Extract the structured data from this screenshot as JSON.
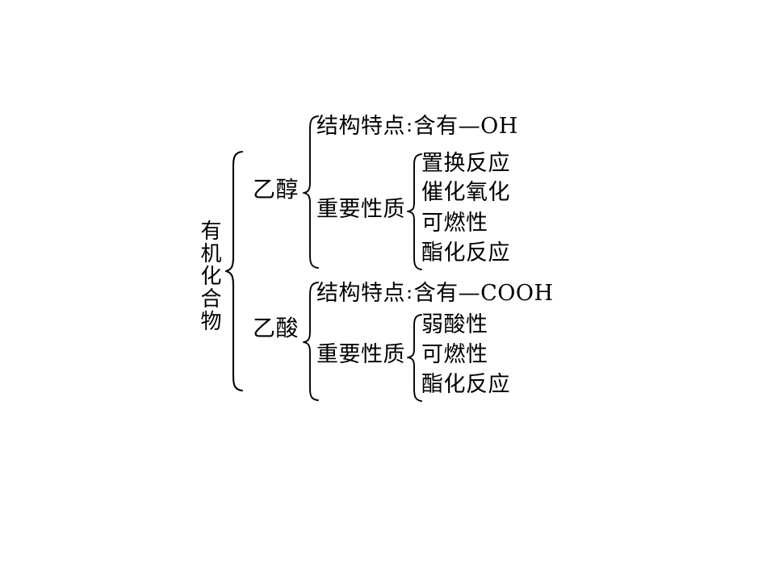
{
  "document": {
    "title": "有机化合物 知识结构图",
    "background_color": "#ffffff",
    "text_color": "#000000"
  },
  "diagram": {
    "type": "bracket-tree",
    "root": {
      "label": "有机化合物",
      "orientation": "vertical"
    },
    "branches": [
      {
        "label": "乙醇",
        "items": [
          {
            "label": "结构特点",
            "separator": ":",
            "value": "含有—OH",
            "children": []
          },
          {
            "label": "重要性质",
            "separator": "",
            "value": "",
            "children": [
              "置换反应",
              "催化氧化",
              "可燃性",
              "酯化反应"
            ]
          }
        ]
      },
      {
        "label": "乙酸",
        "items": [
          {
            "label": "结构特点",
            "separator": ":",
            "value": "含有—COOH",
            "children": []
          },
          {
            "label": "重要性质",
            "separator": "",
            "value": "",
            "children": [
              "弱酸性",
              "可燃性",
              "酯化反应"
            ]
          }
        ]
      }
    ]
  }
}
